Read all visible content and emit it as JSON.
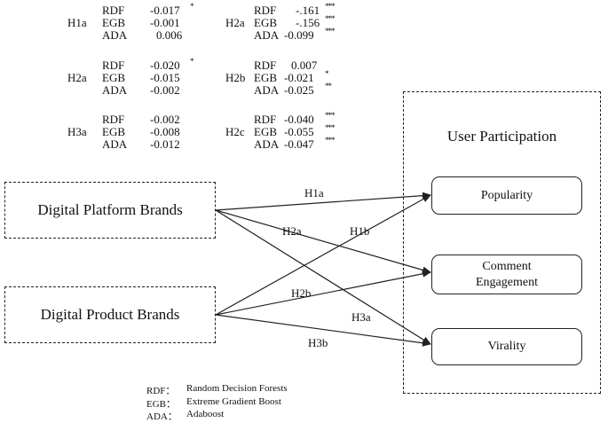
{
  "stats": [
    {
      "id": "H1a",
      "rows": [
        {
          "model": "RDF",
          "value": "-0.017",
          "sig": "*"
        },
        {
          "model": "EGB",
          "value": "-0.001",
          "sig": ""
        },
        {
          "model": "ADA",
          "value": "0.006",
          "sig": ""
        }
      ]
    },
    {
      "id": "H2a",
      "rows": [
        {
          "model": "RDF",
          "value": "-.161",
          "sig": "***"
        },
        {
          "model": "EGB",
          "value": "-.156",
          "sig": "***"
        },
        {
          "model": "ADA",
          "value": "-0.099",
          "sig": "***"
        }
      ]
    },
    {
      "id": "H2a",
      "rows": [
        {
          "model": "RDF",
          "value": "-0.020",
          "sig": "*"
        },
        {
          "model": "EGB",
          "value": "-0.015",
          "sig": ""
        },
        {
          "model": "ADA",
          "value": "-0.002",
          "sig": ""
        }
      ]
    },
    {
      "id": "H2b",
      "rows": [
        {
          "model": "RDF",
          "value": "0.007",
          "sig": ""
        },
        {
          "model": "EGB",
          "value": "-0.021",
          "sig": "*"
        },
        {
          "model": "ADA",
          "value": "-0.025",
          "sig": "**"
        }
      ]
    },
    {
      "id": "H3a",
      "rows": [
        {
          "model": "RDF",
          "value": "-0.002",
          "sig": ""
        },
        {
          "model": "EGB",
          "value": "-0.008",
          "sig": ""
        },
        {
          "model": "ADA",
          "value": "-0.012",
          "sig": ""
        }
      ]
    },
    {
      "id": "H2c",
      "rows": [
        {
          "model": "RDF",
          "value": "-0.040",
          "sig": "***"
        },
        {
          "model": "EGB",
          "value": "-0.055",
          "sig": "***"
        },
        {
          "model": "ADA",
          "value": "-0.047",
          "sig": "***"
        }
      ]
    }
  ],
  "brands": {
    "platform": "Digital Platform Brands",
    "product": "Digital Product Brands"
  },
  "outcomes": {
    "title": "User Participation",
    "popularity": "Popularity",
    "comment_line1": "Comment",
    "comment_line2": "Engagement",
    "virality": "Virality"
  },
  "paths": {
    "h1a": "H1a",
    "h2a": "H2a",
    "h1b": "H1b",
    "h2b": "H2b",
    "h3a": "H3a",
    "h3b": "H3b"
  },
  "legend": [
    {
      "key": "RDF：",
      "desc": "Random Decision Forests"
    },
    {
      "key": "EGB：",
      "desc": "Extreme Gradient Boost"
    },
    {
      "key": "ADA：",
      "desc": "Adaboost"
    }
  ]
}
